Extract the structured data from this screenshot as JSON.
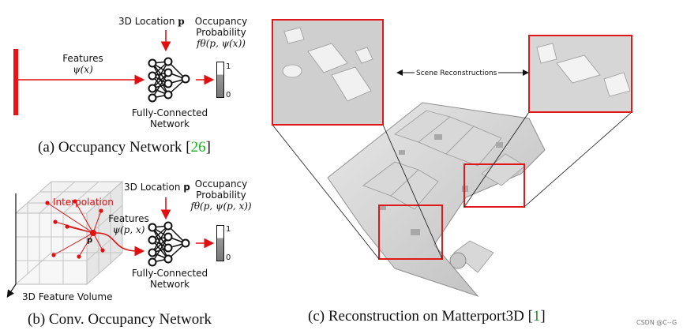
{
  "panel_a": {
    "location_label": "3D Location ",
    "location_symbol": "p",
    "occupancy_label_1": "Occupancy",
    "occupancy_label_2": "Probability",
    "occupancy_formula": "fθ(p, ψ(x))",
    "features_label": "Features",
    "features_formula": "ψ(x)",
    "network_label_1": "Fully-Connected",
    "network_label_2": "Network",
    "scale_top": "1",
    "scale_bottom": "0",
    "caption_prefix": "(a) Occupancy Network [",
    "caption_ref": "26",
    "caption_suffix": "]",
    "bar_color": "#ee1111"
  },
  "panel_b": {
    "location_label": "3D Location ",
    "location_symbol": "p",
    "occupancy_label_1": "Occupancy",
    "occupancy_label_2": "Probability",
    "occupancy_formula": "fθ(p, ψ(p, x))",
    "interpolation_label": "Interpolation",
    "features_label": "Features",
    "features_formula": "ψ(p, x)",
    "point_label": "p",
    "volume_label": "3D Feature Volume",
    "network_label_1": "Fully-Connected",
    "network_label_2": "Network",
    "scale_top": "1",
    "scale_bottom": "0",
    "caption": "(b) Conv. Occupancy Network"
  },
  "panel_c": {
    "scene_label": "Scene Reconstructions",
    "caption_prefix": "(c) Reconstruction on Matterport3D [",
    "caption_ref": "1",
    "caption_suffix": "]",
    "frame_color": "#e01818"
  },
  "watermark": "CSDN @C--G"
}
